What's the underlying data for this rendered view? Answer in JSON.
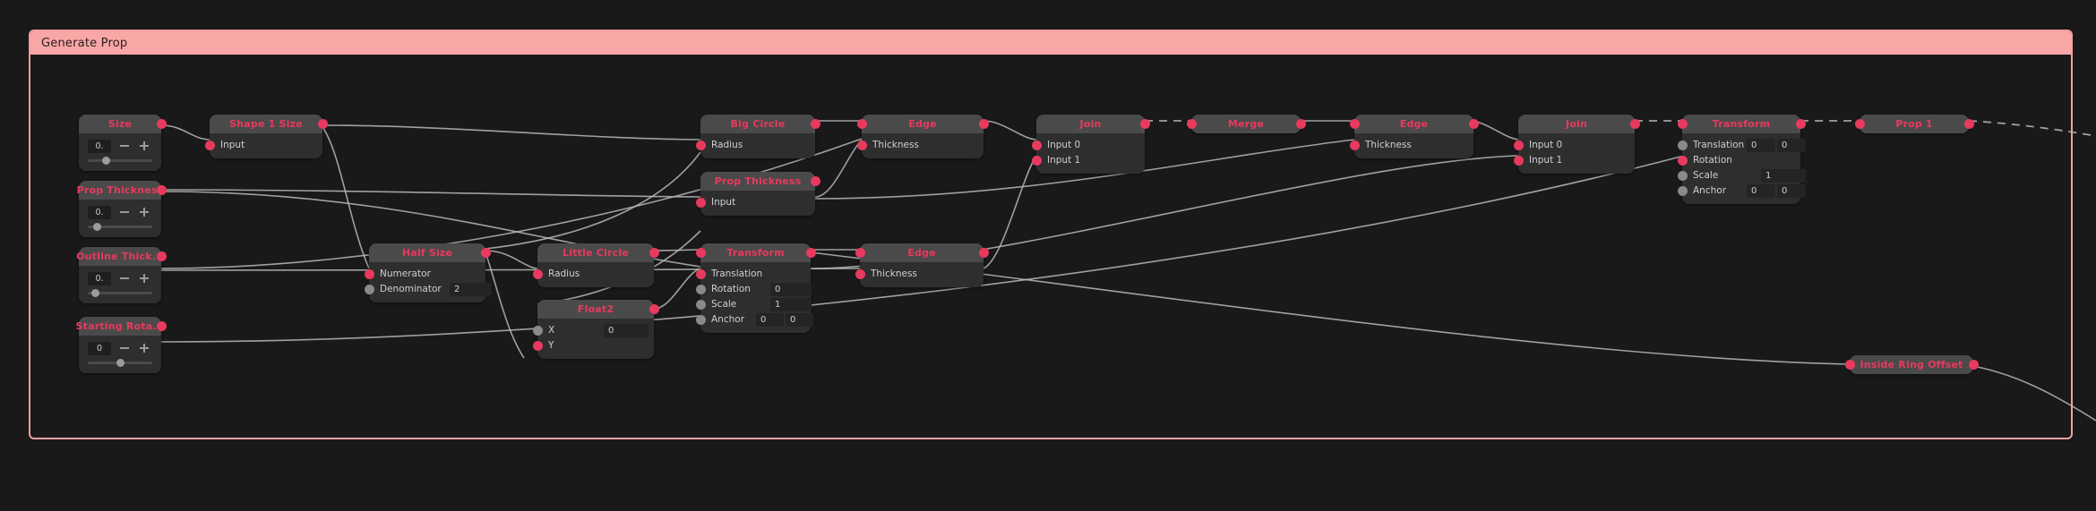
{
  "group": {
    "title": "Generate Prop",
    "frame_color": "#f4a0a0",
    "header_color": "#f9a6a6"
  },
  "theme": {
    "canvas_bg": "#191919",
    "node_bg": "#2e2e2e",
    "node_header_bg": "#4a4a4a",
    "title_color": "#e8395e",
    "port_connected": "#e8395e",
    "port_unconnected": "#8a8a8a",
    "wire_color": "#b8b8b8"
  },
  "ports": {
    "out_label": "out",
    "in_label": "in"
  },
  "nodes": {
    "size": {
      "title": "Size",
      "value": "0.",
      "minus": "minus-step",
      "plus": "plus-step"
    },
    "prop_thickness_slider": {
      "title": "Prop Thickness",
      "value": "0.",
      "minus": "minus-step",
      "plus": "plus-step"
    },
    "outline_thickness": {
      "title": "Outline Thick...",
      "value": "0.",
      "minus": "minus-step",
      "plus": "plus-step"
    },
    "starting_rotation": {
      "title": "Starting Rota...",
      "value": "0",
      "minus": "minus-step",
      "plus": "plus-step"
    },
    "shape_1_size": {
      "title": "Shape 1 Size",
      "rows": [
        {
          "label": "Input",
          "connected": true
        }
      ]
    },
    "big_circle": {
      "title": "Big Circle",
      "rows": [
        {
          "label": "Radius",
          "connected": true
        }
      ]
    },
    "prop_thickness_node": {
      "title": "Prop Thickness",
      "rows": [
        {
          "label": "Input",
          "connected": true
        }
      ]
    },
    "edge_top": {
      "title": "Edge",
      "rows": [
        {
          "label": "Thickness",
          "connected": true
        }
      ]
    },
    "join_top": {
      "title": "Join",
      "rows": [
        {
          "label": "Input 0",
          "connected": true
        },
        {
          "label": "Input 1",
          "connected": true
        }
      ]
    },
    "merge": {
      "title": "Merge"
    },
    "edge_mid": {
      "title": "Edge",
      "rows": [
        {
          "label": "Thickness",
          "connected": true
        }
      ]
    },
    "join_right": {
      "title": "Join",
      "rows": [
        {
          "label": "Input 0",
          "connected": true
        },
        {
          "label": "Input 1",
          "connected": true
        }
      ]
    },
    "transform_top": {
      "title": "Transform",
      "rows": [
        {
          "label": "Translation",
          "connected": false,
          "f1": "0",
          "f2": "0"
        },
        {
          "label": "Rotation",
          "connected": true
        },
        {
          "label": "Scale",
          "connected": false,
          "f1": "1"
        },
        {
          "label": "Anchor",
          "connected": false,
          "f1": "0",
          "f2": "0"
        }
      ]
    },
    "prop_1": {
      "title": "Prop 1"
    },
    "half_size": {
      "title": "Half Size",
      "rows": [
        {
          "label": "Numerator",
          "connected": true
        },
        {
          "label": "Denominator",
          "connected": false,
          "f1": "2"
        }
      ]
    },
    "little_circle": {
      "title": "Little Circle",
      "rows": [
        {
          "label": "Radius",
          "connected": true
        }
      ]
    },
    "float2": {
      "title": "Float2",
      "rows": [
        {
          "label": "X",
          "connected": false,
          "f1": "0"
        },
        {
          "label": "Y",
          "connected": true
        }
      ]
    },
    "transform_bottom": {
      "title": "Transform",
      "rows": [
        {
          "label": "Translation",
          "connected": true
        },
        {
          "label": "Rotation",
          "connected": false,
          "f1": "0"
        },
        {
          "label": "Scale",
          "connected": false,
          "f1": "1"
        },
        {
          "label": "Anchor",
          "connected": false,
          "f1": "0",
          "f2": "0"
        }
      ]
    },
    "edge_bottom": {
      "title": "Edge",
      "rows": [
        {
          "label": "Thickness",
          "connected": true
        }
      ]
    },
    "inside_ring_offset": {
      "title": "Inside Ring Offset"
    }
  }
}
